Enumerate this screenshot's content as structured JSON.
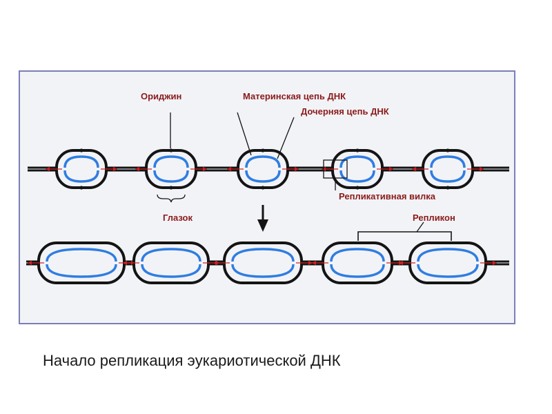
{
  "labels": {
    "origin": "Ориджин",
    "maternal_strand": "Материнская цепь ДНК",
    "daughter_strand": "Дочерняя цепь ДНК",
    "replication_fork": "Репликативная вилка",
    "eye": "Глазок",
    "replicon": "Репликон"
  },
  "caption": "Начало репликация эукариотической ДНК",
  "colors": {
    "parent_strand": "#141414",
    "daughter_strand": "#2f7de1",
    "arrow": "#d42020",
    "label_text": "#8a1a1a",
    "panel_background": "#f2f3f7",
    "panel_border": "#7a7fb8"
  }
}
